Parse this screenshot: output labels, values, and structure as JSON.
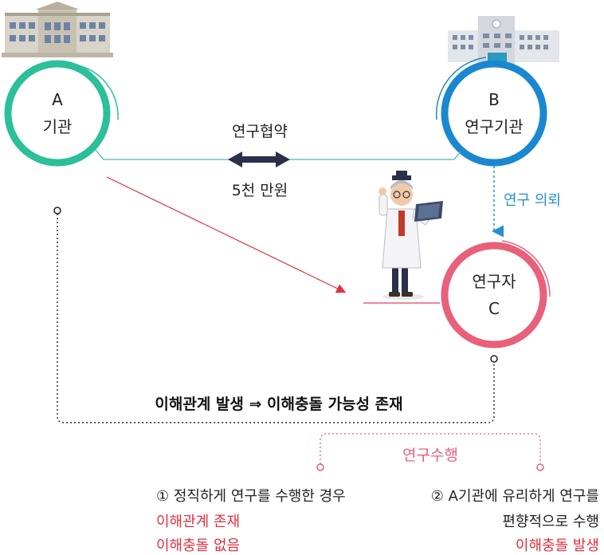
{
  "node_a": {
    "line1": "A",
    "line2": "기관",
    "color": "#2bbf9a"
  },
  "node_b": {
    "line1": "B",
    "line2": "연구기관",
    "color": "#1a88d0"
  },
  "node_c": {
    "line1": "연구자",
    "line2": "C",
    "color": "#e8607a"
  },
  "agreement": {
    "label": "연구협약",
    "amount": "5천 만원"
  },
  "request": {
    "label": "연구 의뢰",
    "color": "#2a8fcf"
  },
  "relation": {
    "text": "이해관계 발생 ⇒ 이해충돌 가능성 존재"
  },
  "performance": {
    "label": "연구수행",
    "color": "#e8607a"
  },
  "case1": {
    "title": "① 정직하게 연구를 수행한 경우",
    "line2": "이해관계 존재",
    "line3": "이해충돌 없음"
  },
  "case2": {
    "title": "② A기관에 유리하게 연구를",
    "line2": "편향적으로 수행",
    "line3": "이해충돌 발생"
  },
  "accent_red": "#e03040"
}
